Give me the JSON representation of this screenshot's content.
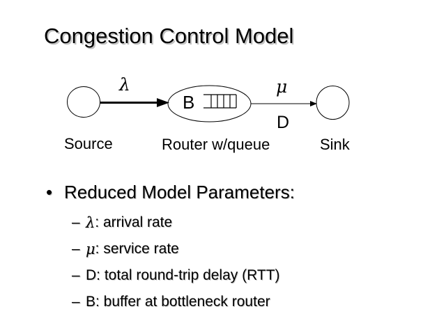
{
  "title": "Congestion Control Model",
  "diagram": {
    "lambda_label": "λ",
    "mu_label": "μ",
    "buffer_label": "B",
    "delay_label": "D",
    "source_label": "Source",
    "router_label": "Router w/queue",
    "sink_label": "Sink"
  },
  "bullets": {
    "marker": "•",
    "dash": "–",
    "heading": "Reduced Model Parameters:",
    "items": [
      {
        "symbol": "λ",
        "rest": ": arrival rate"
      },
      {
        "symbol": "μ",
        "rest": ": service rate"
      },
      {
        "symbol": "D",
        "rest": ": total round-trip delay (RTT)"
      },
      {
        "symbol": "B",
        "rest": ": buffer at bottleneck router"
      }
    ]
  }
}
